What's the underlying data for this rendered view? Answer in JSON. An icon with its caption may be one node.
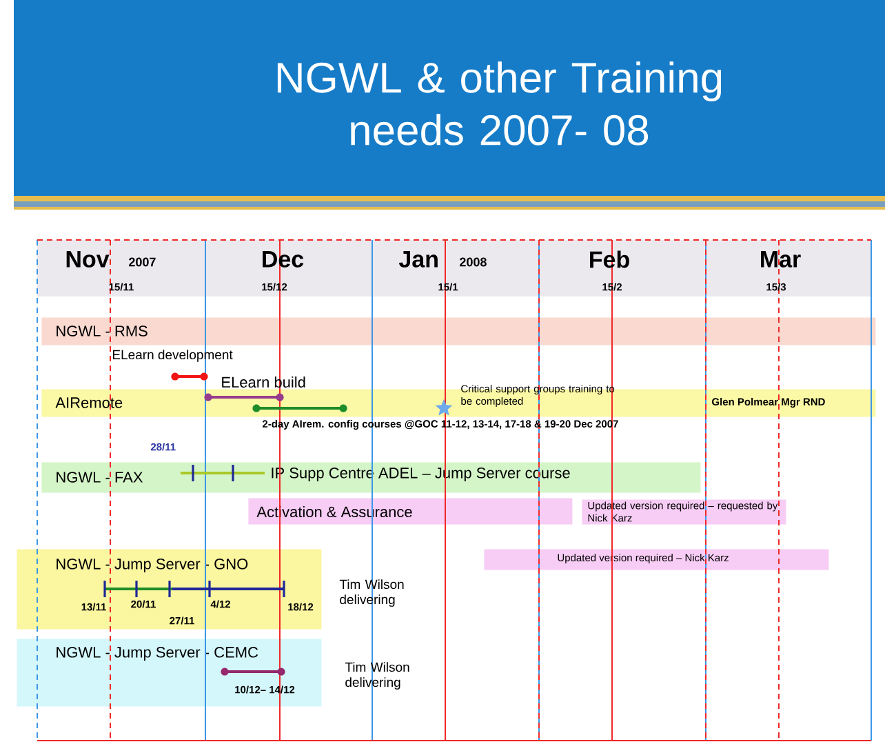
{
  "diagram": {
    "title": "NGWL & other Training needs 2007- 08",
    "nodes": [
      {
        "text": [
          "NGWL - RMS"
        ]
      },
      {
        "text": [
          "AIRemote"
        ]
      },
      {
        "text": [
          "NGWL - FAX",
          "IP Supp Centre ADEL – Jump Server course"
        ]
      },
      {
        "text": [
          "Activation & Assurance"
        ]
      },
      {
        "text": [
          "Updated version required – requested by Nick Karz"
        ]
      },
      {
        "text": [
          "Updated version required – Nick Karz"
        ]
      },
      {
        "text": [
          "NGWL - Jump Server - GNO"
        ]
      },
      {
        "text": [
          "NGWL - Jump Server - CEMC"
        ]
      }
    ],
    "labels": [
      "Nov",
      "2007",
      "Dec",
      "Jan",
      "2008",
      "Feb",
      "Mar",
      "15/11",
      "15/12",
      "15/1",
      "15/2",
      "15/3",
      "ELearn development",
      "ELearn build",
      "Critical support groups training to be completed",
      "Glen Polmear Mgr RND",
      "2-day AIrem. config courses @GOC 11-12, 13-14, 17-18 & 19-20 Dec 2007",
      "28/11",
      "13/11",
      "20/11",
      "27/11",
      "4/12",
      "18/12",
      "Tim Wilson delivering",
      "10/12– 14/12",
      "Tim Wilson delivering"
    ]
  }
}
